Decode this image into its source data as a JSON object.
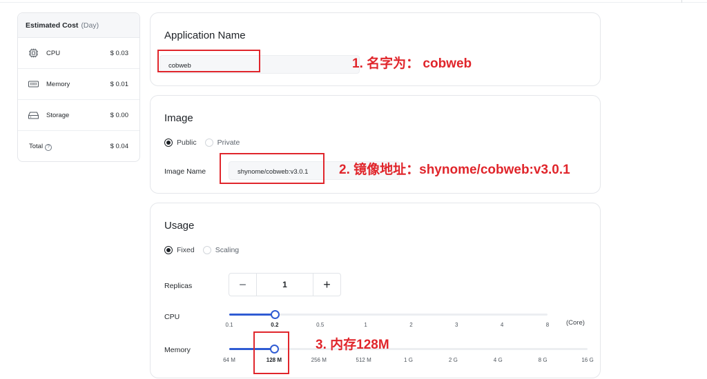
{
  "cost": {
    "title": "Estimated Cost",
    "period": "(Day)",
    "rows": [
      {
        "icon": "cpu-icon",
        "name": "CPU",
        "value": "$ 0.03"
      },
      {
        "icon": "memory-icon",
        "name": "Memory",
        "value": "$ 0.01"
      },
      {
        "icon": "storage-icon",
        "name": "Storage",
        "value": "$ 0.00"
      }
    ],
    "total": {
      "name": "Total",
      "help": "?",
      "value": "$ 0.04"
    }
  },
  "app": {
    "title": "Application Name",
    "name_value": "cobweb",
    "note": "1. 名字为： cobweb"
  },
  "image": {
    "title": "Image",
    "options": [
      "Public",
      "Private"
    ],
    "selected": "Public",
    "image_name_label": "Image Name",
    "image_name_value": "shynome/cobweb:v3.0.1",
    "note": "2. 镜像地址：shynome/cobweb:v3.0.1"
  },
  "usage": {
    "title": "Usage",
    "options": [
      "Fixed",
      "Scaling"
    ],
    "selected": "Fixed",
    "replicas_label": "Replicas",
    "replicas_value": "1",
    "minus": "−",
    "plus": "+",
    "cpu_label": "CPU",
    "cpu_ticks": [
      "0.1",
      "0.2",
      "0.5",
      "1",
      "2",
      "3",
      "4",
      "8"
    ],
    "cpu_selected": "0.2",
    "cpu_unit": "(Core)",
    "memory_label": "Memory",
    "memory_ticks": [
      "64 M",
      "128 M",
      "256 M",
      "512 M",
      "1 G",
      "2 G",
      "4 G",
      "8 G",
      "16 G"
    ],
    "memory_selected": "128 M",
    "note": "3. 内存128M"
  },
  "colors": {
    "accent": "#2f5bd3",
    "annotation": "#e0252b"
  }
}
